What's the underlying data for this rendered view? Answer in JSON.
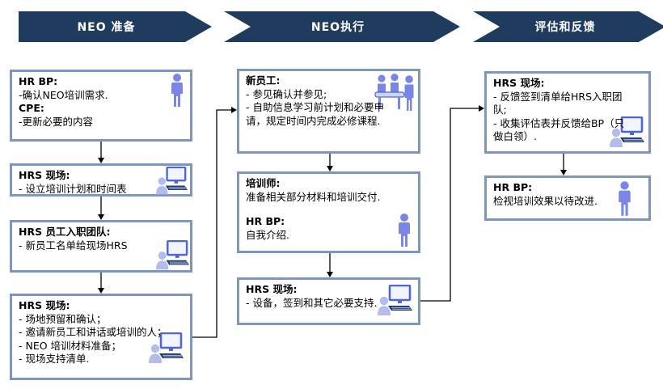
{
  "banners": [
    {
      "label": "NEO 准备"
    },
    {
      "label": "NEO执行"
    },
    {
      "label": "评估和反馈"
    }
  ],
  "boxes": {
    "prep_confirm": {
      "lines": [
        "HR BP:",
        "-确认NEO培训需求.",
        "CPE:",
        "-更新必要的内容"
      ],
      "icon": "person-icon"
    },
    "prep_schedule": {
      "lines": [
        "HRS 现场:",
        "- 设立培训计划和时间表"
      ],
      "icon": "computer-user-icon"
    },
    "prep_namelist": {
      "lines": [
        "HRS 员工入职团队:",
        "- 新员工名单给现场HRS"
      ],
      "icon": "computer-user-icon"
    },
    "prep_logistics": {
      "lines": [
        "HRS 现场:",
        "- 场地预留和确认；",
        "- 邀请新员工和讲话或培训的人；",
        "- NEO 培训材料准备；",
        "- 现场支持清单."
      ],
      "icon": "computer-user-icon"
    },
    "exec_newhire": {
      "lines": [
        "新员工:",
        "- 参见确认并参见;",
        "- 自助信息学习前计划和必要申请，规定时间内完成必修课程."
      ],
      "icon": "meeting-group-icon"
    },
    "exec_trainer": {
      "lines": [
        "培训师:",
        "准备相关部分材料和培训交付.",
        "HR BP:",
        "自我介绍."
      ],
      "icon": "person-icon"
    },
    "exec_support": {
      "lines": [
        "HRS 现场:",
        "- 设备，签到和其它必要支持."
      ],
      "icon": "computer-user-icon"
    },
    "eval_feedback": {
      "lines": [
        "HRS 现场:",
        "- 反馈签到清单给HRS入职团队;",
        "- 收集评估表并反馈给BP（只做白领）."
      ],
      "icon": "computer-user-icon"
    },
    "eval_review": {
      "lines": [
        "HR BP:",
        "检视培训效果以待改进."
      ],
      "icon": "person-icon"
    }
  },
  "colors": {
    "banner_navy": "#1F3C5F",
    "box_border": "#7E96BE",
    "person_blue": "#7B85E6",
    "person_light_blue": "#B3BCEA",
    "monitor_blue": "#5065D6",
    "keyboard_navy": "#1F3864",
    "table_light": "#CDD5F5",
    "connector": "#000000"
  }
}
